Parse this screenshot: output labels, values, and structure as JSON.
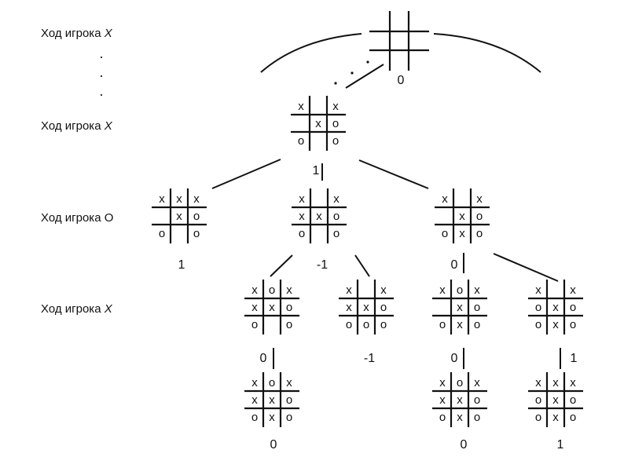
{
  "row_labels": [
    {
      "prefix": "Ход игрока",
      "player": "X"
    },
    {
      "prefix": "Ход игрока",
      "player": "X"
    },
    {
      "prefix": "Ход игрока",
      "player": "O"
    },
    {
      "prefix": "Ход игрока",
      "player": "X"
    }
  ],
  "ellipsis": "· · ·",
  "nodes": [
    {
      "id": "root",
      "board": [
        "",
        "",
        "",
        "",
        "",
        "",
        "",
        "",
        ""
      ],
      "value": "0"
    },
    {
      "id": "n1",
      "board": [
        "x",
        "",
        "x",
        "",
        "x",
        "o",
        "o",
        "",
        "o"
      ],
      "value": "1"
    },
    {
      "id": "n2a",
      "board": [
        "x",
        "x",
        "x",
        "",
        "x",
        "o",
        "o",
        "",
        "o"
      ],
      "value": "1"
    },
    {
      "id": "n2b",
      "board": [
        "x",
        "",
        "x",
        "x",
        "x",
        "o",
        "o",
        "",
        "o"
      ],
      "value": "-1"
    },
    {
      "id": "n2c",
      "board": [
        "x",
        "",
        "x",
        "",
        "x",
        "o",
        "o",
        "x",
        "o"
      ],
      "value": "0"
    },
    {
      "id": "n3a",
      "board": [
        "x",
        "o",
        "x",
        "x",
        "x",
        "o",
        "o",
        "",
        "o"
      ],
      "value": "0"
    },
    {
      "id": "n3b",
      "board": [
        "x",
        "",
        "x",
        "x",
        "x",
        "o",
        "o",
        "o",
        "o"
      ],
      "value": "-1"
    },
    {
      "id": "n3c",
      "board": [
        "x",
        "o",
        "x",
        "",
        "x",
        "o",
        "o",
        "x",
        "o"
      ],
      "value": "0"
    },
    {
      "id": "n3d",
      "board": [
        "x",
        "",
        "x",
        "o",
        "x",
        "o",
        "o",
        "x",
        "o"
      ],
      "value": "1"
    },
    {
      "id": "n4a",
      "board": [
        "x",
        "o",
        "x",
        "x",
        "x",
        "o",
        "o",
        "x",
        "o"
      ],
      "value": "0"
    },
    {
      "id": "n4c",
      "board": [
        "x",
        "o",
        "x",
        "x",
        "x",
        "o",
        "o",
        "x",
        "o"
      ],
      "value": "0"
    },
    {
      "id": "n4d",
      "board": [
        "x",
        "x",
        "x",
        "o",
        "x",
        "o",
        "o",
        "x",
        "o"
      ],
      "value": "1"
    }
  ],
  "edges": [
    [
      "root",
      "n1"
    ],
    [
      "n1",
      "n2a"
    ],
    [
      "n1",
      "n2b"
    ],
    [
      "n1",
      "n2c"
    ],
    [
      "n2b",
      "n3a"
    ],
    [
      "n2b",
      "n3b"
    ],
    [
      "n2c",
      "n3c"
    ],
    [
      "n2c",
      "n3d"
    ],
    [
      "n3a",
      "n4a"
    ],
    [
      "n3c",
      "n4c"
    ],
    [
      "n3d",
      "n4d"
    ]
  ]
}
